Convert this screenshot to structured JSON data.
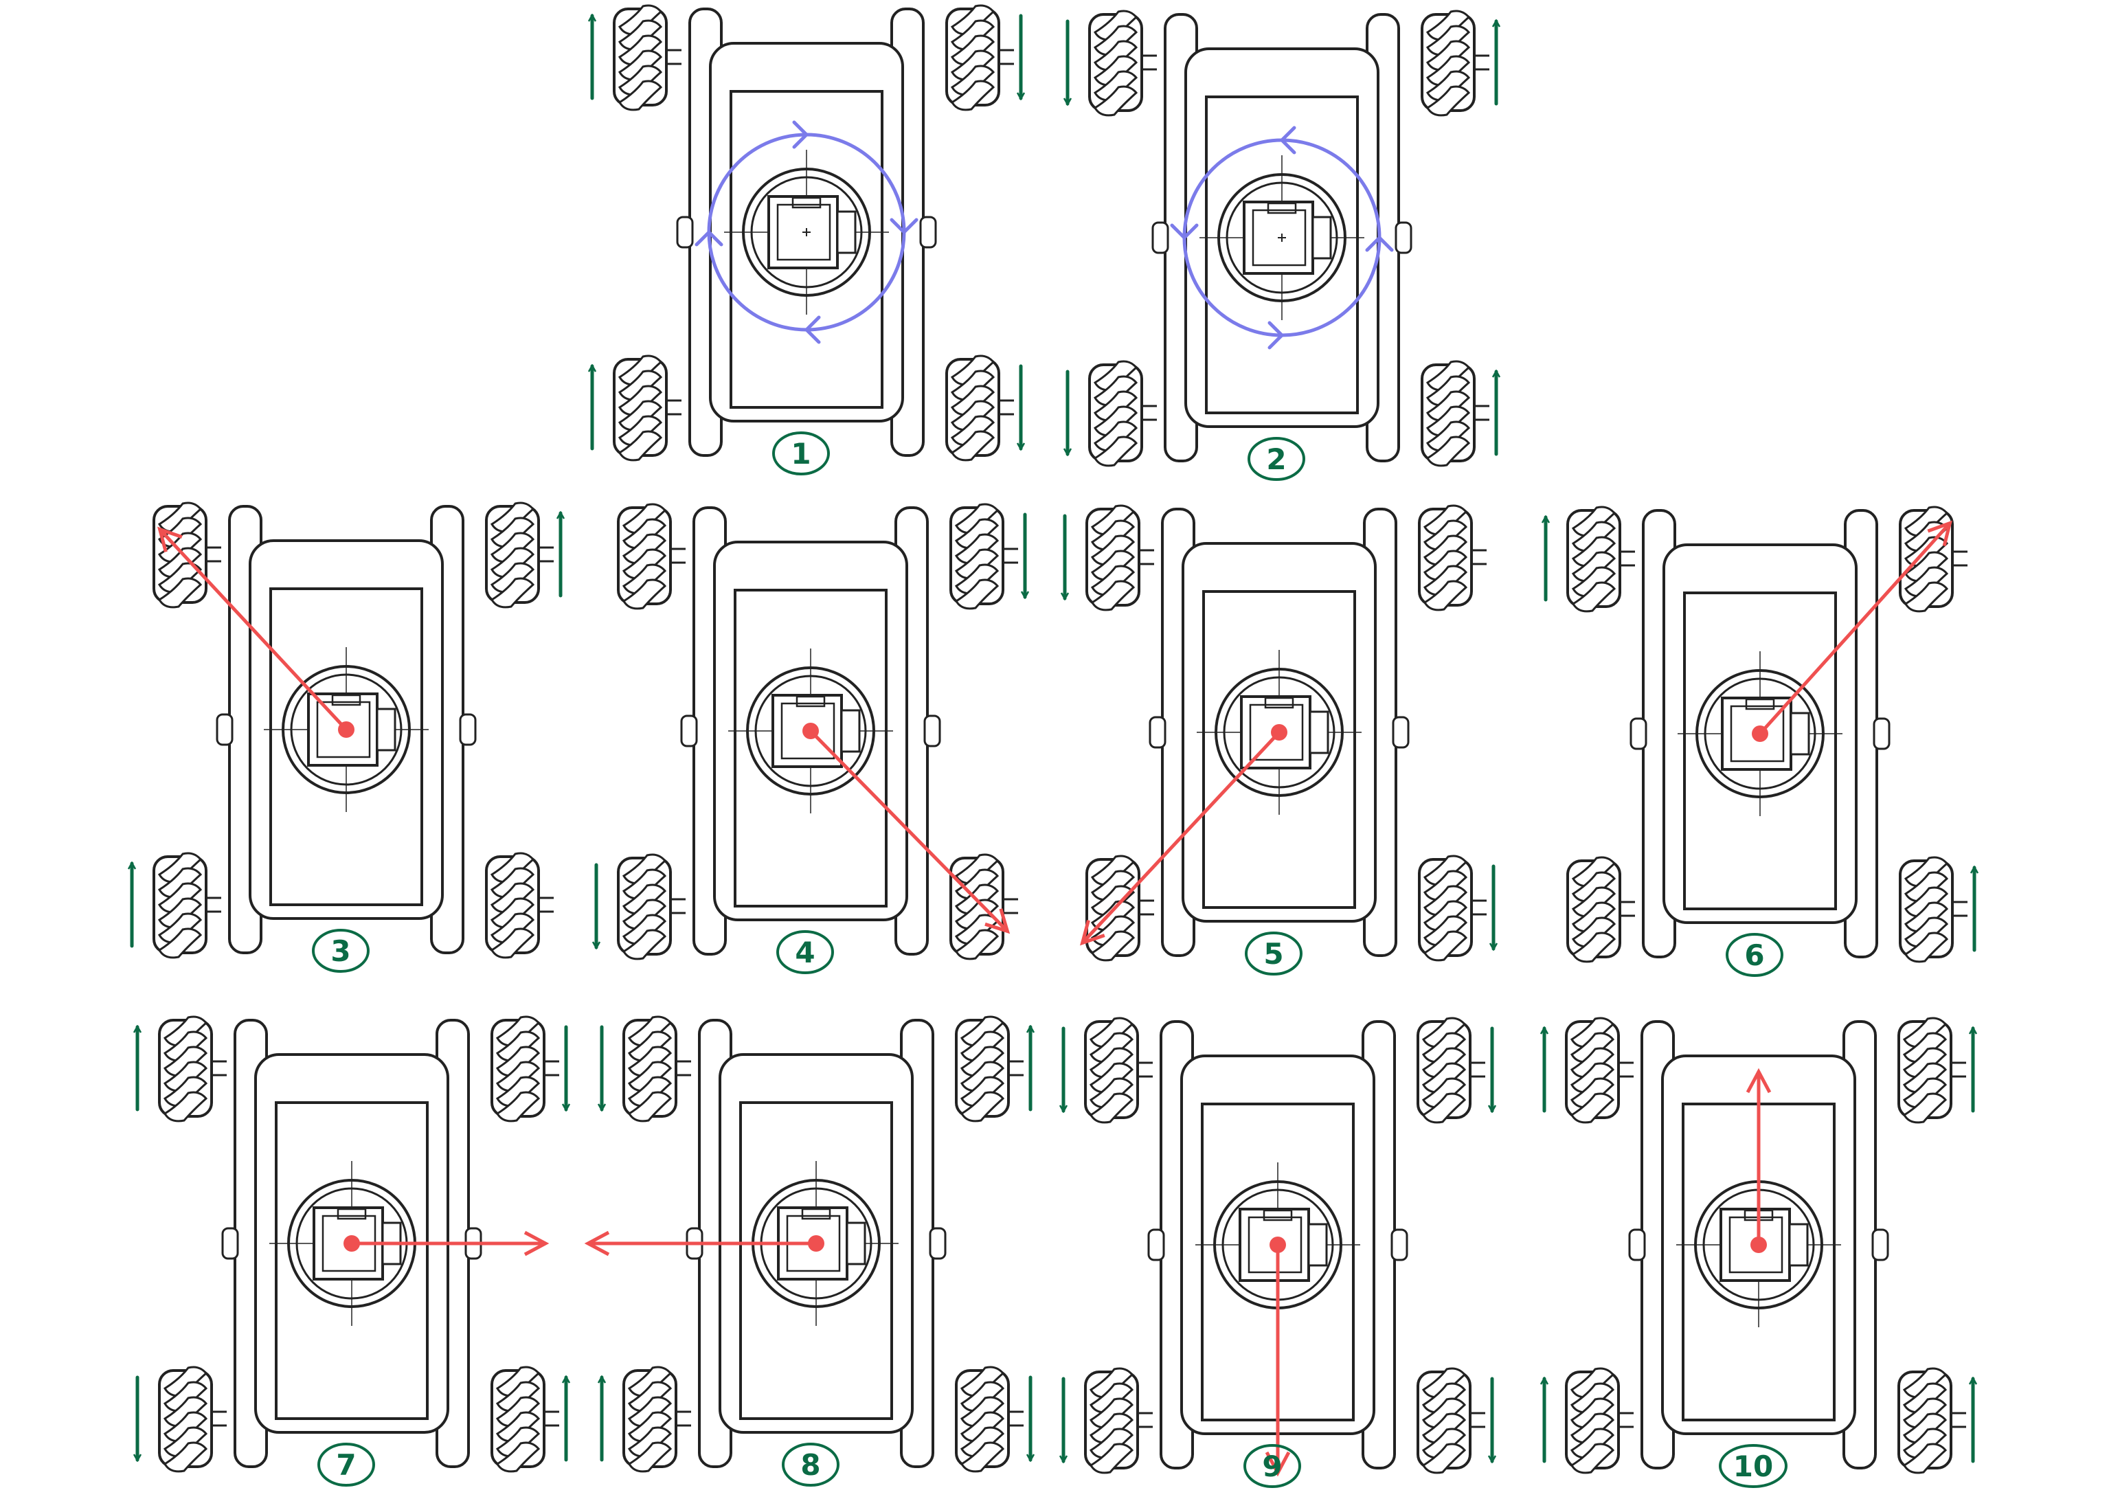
{
  "colors": {
    "outline": "#222222",
    "wheel_arrow": "#0b6b45",
    "motion_arrow": "#ef5050",
    "rotation": "#7b7bea"
  },
  "diagrams": [
    {
      "label": "1",
      "wheels": {
        "fl": "up",
        "fr": "down",
        "rl": "up",
        "rr": "down"
      },
      "motion": "rotate-cw"
    },
    {
      "label": "2",
      "wheels": {
        "fl": "down",
        "fr": "up",
        "rl": "down",
        "rr": "up"
      },
      "motion": "rotate-ccw"
    },
    {
      "label": "3",
      "wheels": {
        "fl": "none",
        "fr": "up",
        "rl": "up",
        "rr": "none"
      },
      "motion": "up-left"
    },
    {
      "label": "4",
      "wheels": {
        "fl": "none",
        "fr": "down",
        "rl": "down",
        "rr": "none"
      },
      "motion": "down-right"
    },
    {
      "label": "5",
      "wheels": {
        "fl": "down",
        "fr": "none",
        "rl": "none",
        "rr": "down"
      },
      "motion": "down-left"
    },
    {
      "label": "6",
      "wheels": {
        "fl": "up",
        "fr": "none",
        "rl": "none",
        "rr": "up"
      },
      "motion": "up-right"
    },
    {
      "label": "7",
      "wheels": {
        "fl": "up",
        "fr": "down",
        "rl": "down",
        "rr": "up"
      },
      "motion": "right"
    },
    {
      "label": "8",
      "wheels": {
        "fl": "down",
        "fr": "up",
        "rl": "up",
        "rr": "down"
      },
      "motion": "left"
    },
    {
      "label": "9",
      "wheels": {
        "fl": "down",
        "fr": "down",
        "rl": "down",
        "rr": "down"
      },
      "motion": "down"
    },
    {
      "label": "10",
      "wheels": {
        "fl": "up",
        "fr": "up",
        "rl": "up",
        "rr": "up"
      },
      "motion": "up"
    }
  ]
}
